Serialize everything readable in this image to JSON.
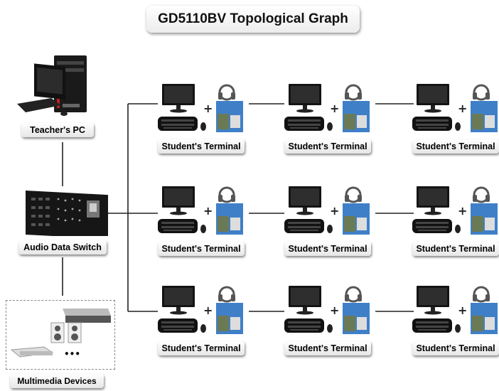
{
  "title": "GD5110BV Topological Graph",
  "labels": {
    "teacher_pc": "Teacher's PC",
    "audio_switch": "Audio Data Switch",
    "multimedia": "Multimedia Devices",
    "student_terminal": "Student's Terminal"
  },
  "colors": {
    "line": "#222222",
    "device_dark": "#111111",
    "accent_red": "#c0201e",
    "screen_blue": "#3f7fc8"
  },
  "plus_sign": "+",
  "ellipsis": "•••",
  "student_terminals": [
    {
      "row": 1,
      "col": 1,
      "label": "Student's Terminal"
    },
    {
      "row": 1,
      "col": 2,
      "label": "Student's Terminal"
    },
    {
      "row": 1,
      "col": 3,
      "label": "Student's Terminal"
    },
    {
      "row": 2,
      "col": 1,
      "label": "Student's Terminal"
    },
    {
      "row": 2,
      "col": 2,
      "label": "Student's Terminal"
    },
    {
      "row": 2,
      "col": 3,
      "label": "Student's Terminal"
    },
    {
      "row": 3,
      "col": 1,
      "label": "Student's Terminal"
    },
    {
      "row": 3,
      "col": 2,
      "label": "Student's Terminal"
    },
    {
      "row": 3,
      "col": 3,
      "label": "Student's Terminal"
    }
  ]
}
